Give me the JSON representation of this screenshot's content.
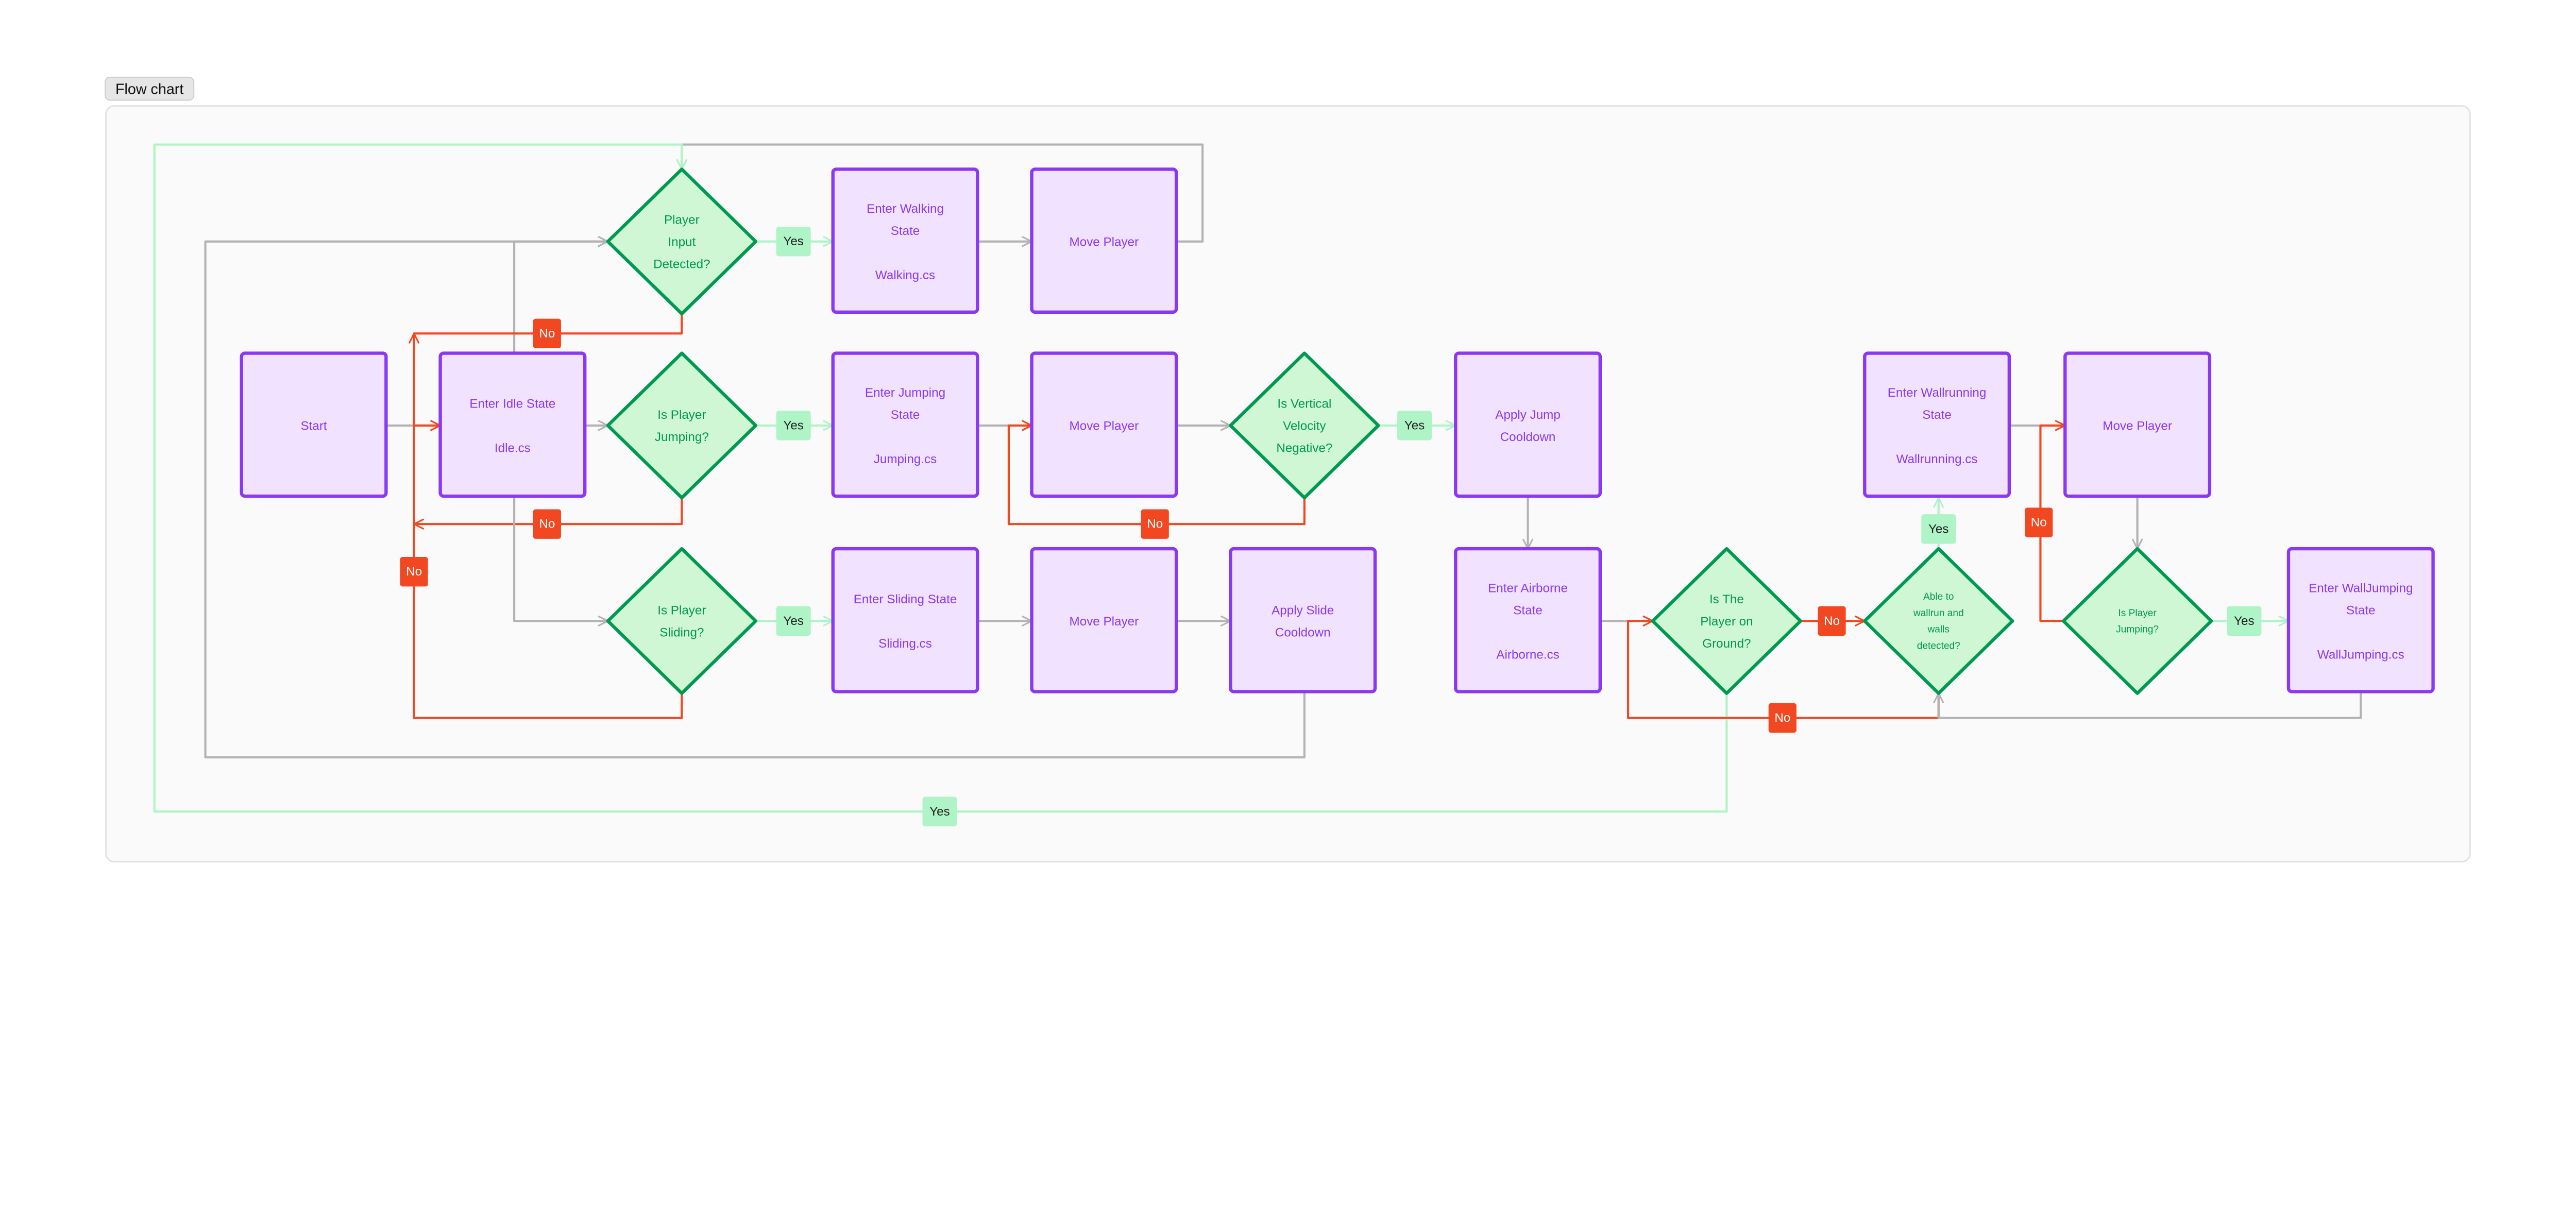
{
  "frame": {
    "label": "Flow chart"
  },
  "colors": {
    "process_stroke": "#8a38f5",
    "process_fill": "#f1e3ff",
    "process_text": "#8a38f5",
    "decision_stroke": "#009951",
    "decision_fill": "#cff7d3",
    "decision_text": "#009951",
    "yes_fill": "#aff4c6",
    "yes_text": "#1e1e1e",
    "no_fill": "#f24822",
    "no_text": "#ffffff",
    "connector_gray": "#b3b3b3",
    "connector_red": "#f24822",
    "connector_green": "#aff4c6"
  },
  "nodes": [
    {
      "id": "start",
      "type": "process",
      "lines": [
        "Start"
      ]
    },
    {
      "id": "idle",
      "type": "process",
      "lines": [
        "Enter Idle State",
        "",
        "Idle.cs"
      ]
    },
    {
      "id": "input",
      "type": "decision",
      "lines": [
        "Player",
        "Input",
        "Detected?"
      ]
    },
    {
      "id": "walking",
      "type": "process",
      "lines": [
        "Enter Walking",
        "State",
        "",
        "Walking.cs"
      ]
    },
    {
      "id": "move1",
      "type": "process",
      "lines": [
        "Move Player"
      ]
    },
    {
      "id": "isjumping",
      "type": "decision",
      "lines": [
        "Is Player",
        "Jumping?"
      ]
    },
    {
      "id": "jumping",
      "type": "process",
      "lines": [
        "Enter Jumping",
        "State",
        "",
        "Jumping.cs"
      ]
    },
    {
      "id": "move2",
      "type": "process",
      "lines": [
        "Move Player"
      ]
    },
    {
      "id": "velocity",
      "type": "decision",
      "lines": [
        "Is Vertical",
        "Velocity",
        "Negative?"
      ]
    },
    {
      "id": "jumpcd",
      "type": "process",
      "lines": [
        "Apply Jump",
        "Cooldown"
      ]
    },
    {
      "id": "issliding",
      "type": "decision",
      "lines": [
        "Is Player",
        "Sliding?"
      ]
    },
    {
      "id": "sliding",
      "type": "process",
      "lines": [
        "Enter Sliding State",
        "",
        "Sliding.cs"
      ]
    },
    {
      "id": "move3",
      "type": "process",
      "lines": [
        "Move Player"
      ]
    },
    {
      "id": "slidecd",
      "type": "process",
      "lines": [
        "Apply Slide",
        "Cooldown"
      ]
    },
    {
      "id": "airborne",
      "type": "process",
      "lines": [
        "Enter Airborne",
        "State",
        "",
        "Airborne.cs"
      ]
    },
    {
      "id": "ground",
      "type": "decision",
      "lines": [
        "Is The",
        "Player on",
        "Ground?"
      ]
    },
    {
      "id": "canwallrun",
      "type": "decision",
      "lines": [
        "Able to",
        "wallrun and",
        "walls",
        "detected?"
      ]
    },
    {
      "id": "wallrunning",
      "type": "process",
      "lines": [
        "Enter Wallrunning",
        "State",
        "",
        "Wallrunning.cs"
      ]
    },
    {
      "id": "move4",
      "type": "process",
      "lines": [
        "Move Player"
      ]
    },
    {
      "id": "isjumping2",
      "type": "decision",
      "lines": [
        "Is Player",
        "Jumping?"
      ]
    },
    {
      "id": "walljumping",
      "type": "process",
      "lines": [
        "Enter WallJumping",
        "State",
        "",
        "WallJumping.cs"
      ]
    }
  ],
  "badges": [
    {
      "id": "yes-input",
      "kind": "yes",
      "label": "Yes"
    },
    {
      "id": "yes-jumping",
      "kind": "yes",
      "label": "Yes"
    },
    {
      "id": "yes-sliding",
      "kind": "yes",
      "label": "Yes"
    },
    {
      "id": "yes-velocity",
      "kind": "yes",
      "label": "Yes"
    },
    {
      "id": "yes-wallrun",
      "kind": "yes",
      "label": "Yes"
    },
    {
      "id": "yes-walljump",
      "kind": "yes",
      "label": "Yes"
    },
    {
      "id": "yes-ground",
      "kind": "yes",
      "label": "Yes"
    },
    {
      "id": "no-input",
      "kind": "no",
      "label": "No"
    },
    {
      "id": "no-jumping",
      "kind": "no",
      "label": "No"
    },
    {
      "id": "no-sliding",
      "kind": "no",
      "label": "No"
    },
    {
      "id": "no-velocity",
      "kind": "no",
      "label": "No"
    },
    {
      "id": "no-ground",
      "kind": "no",
      "label": "No"
    },
    {
      "id": "no-wallrun",
      "kind": "no",
      "label": "No"
    },
    {
      "id": "no-walljump",
      "kind": "no",
      "label": "No"
    }
  ]
}
